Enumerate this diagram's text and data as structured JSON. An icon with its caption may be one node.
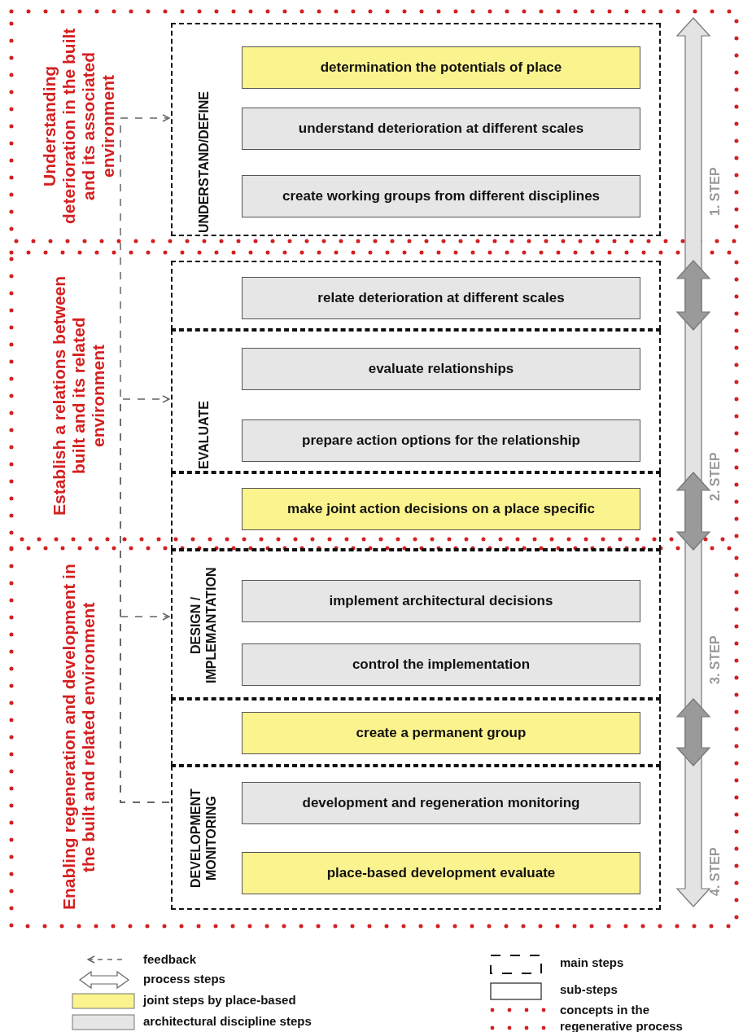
{
  "diagram": {
    "nodes": [
      {
        "text": [
          "Understanding deterioration in the built and its associated environment"
        ]
      },
      {
        "text": [
          "Establish a relations between built and its related environment"
        ]
      },
      {
        "text": [
          "Enabling regeneration and development in the built and related environment"
        ]
      },
      {
        "text": [
          "UNDERSTAND/DEFINE"
        ],
        "in": 0
      },
      {
        "text": [],
        "shape": "box",
        "in": 1
      },
      {
        "text": [
          "EVALUATE"
        ],
        "in": 1
      },
      {
        "text": [],
        "shape": "box"
      },
      {
        "text": [
          "DESIGN / IMPLEMANTATION"
        ],
        "in": 2
      },
      {
        "text": [],
        "shape": "box",
        "in": 2
      },
      {
        "text": [
          "DEVELOPMENT MONITORING"
        ],
        "in": 2
      },
      {
        "text": [
          "determination the potentials of place"
        ],
        "in": 3
      },
      {
        "text": [
          "understand deterioration at different scales"
        ],
        "in": 3
      },
      {
        "text": [
          "create working groups from different disciplines"
        ],
        "in": 3
      },
      {
        "text": [
          "relate deterioration at different scales"
        ],
        "in": 4
      },
      {
        "text": [
          "evaluate relationships"
        ],
        "in": 5
      },
      {
        "text": [
          "prepare action options for the relationship"
        ],
        "in": 5
      },
      {
        "text": [
          "make joint action decisions on a place specific"
        ],
        "in": 6
      },
      {
        "text": [
          "implement architectural decisions"
        ],
        "in": 7
      },
      {
        "text": [
          "control the implementation"
        ],
        "in": 7
      },
      {
        "text": [
          "create a permanent group"
        ],
        "in": 8
      },
      {
        "text": [
          "development and regeneration monitoring"
        ],
        "in": 9
      },
      {
        "text": [
          "place-based development evaluate"
        ],
        "in": 9
      }
    ],
    "edges": [
      {
        "from": 9,
        "to": 3,
        "arrow": "to",
        "style": "dashed"
      },
      {
        "from": 9,
        "to": 5,
        "arrow": "to",
        "style": "dashed"
      },
      {
        "from": 9,
        "to": 7,
        "arrow": "to",
        "style": "dashed"
      }
    ],
    "labels": [
      "1. STEP",
      "2. STEP",
      "3. STEP",
      "4. STEP"
    ],
    "legend": [
      {
        "text": "feedback"
      },
      {
        "text": "process steps"
      },
      {
        "text": "joint steps by place-based",
        "color": "#fbf38d"
      },
      {
        "text": "architectural discipline steps",
        "color": "#e6e6e6"
      },
      {
        "text": "main steps"
      },
      {
        "text": "sub-steps"
      },
      {
        "text": "concepts in the regenerative process"
      }
    ]
  }
}
